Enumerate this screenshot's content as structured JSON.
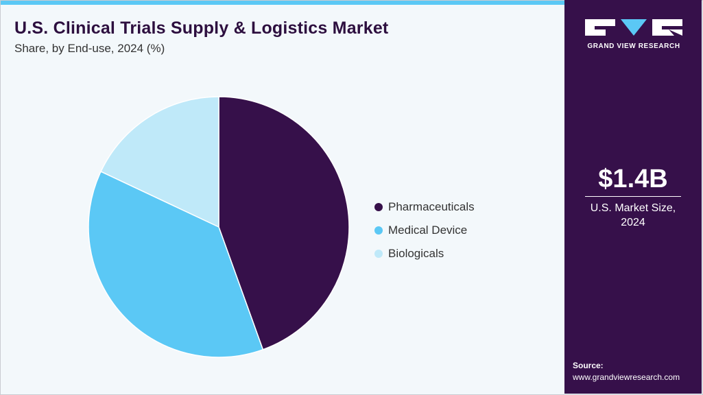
{
  "header": {
    "title": "U.S. Clinical Trials Supply & Logistics Market",
    "subtitle": "Share, by End-use, 2024 (%)"
  },
  "sidebar": {
    "logo_text": "GRAND VIEW RESEARCH",
    "market_value": "$1.4B",
    "market_label_line1": "U.S. Market Size,",
    "market_label_line2": "2024",
    "source_label": "Source:",
    "source_url": "www.grandviewresearch.com"
  },
  "colors": {
    "accent": "#5bc8f5",
    "sidebar_bg": "#36104a",
    "background": "#f3f8fb"
  },
  "chart_data": {
    "type": "pie",
    "categories": [
      "Pharmaceuticals",
      "Medical Device",
      "Biologicals"
    ],
    "values": [
      44.5,
      37.5,
      18.0
    ],
    "colors": [
      "#36104a",
      "#5bc8f5",
      "#bfe9f9"
    ],
    "legend_position": "right"
  }
}
